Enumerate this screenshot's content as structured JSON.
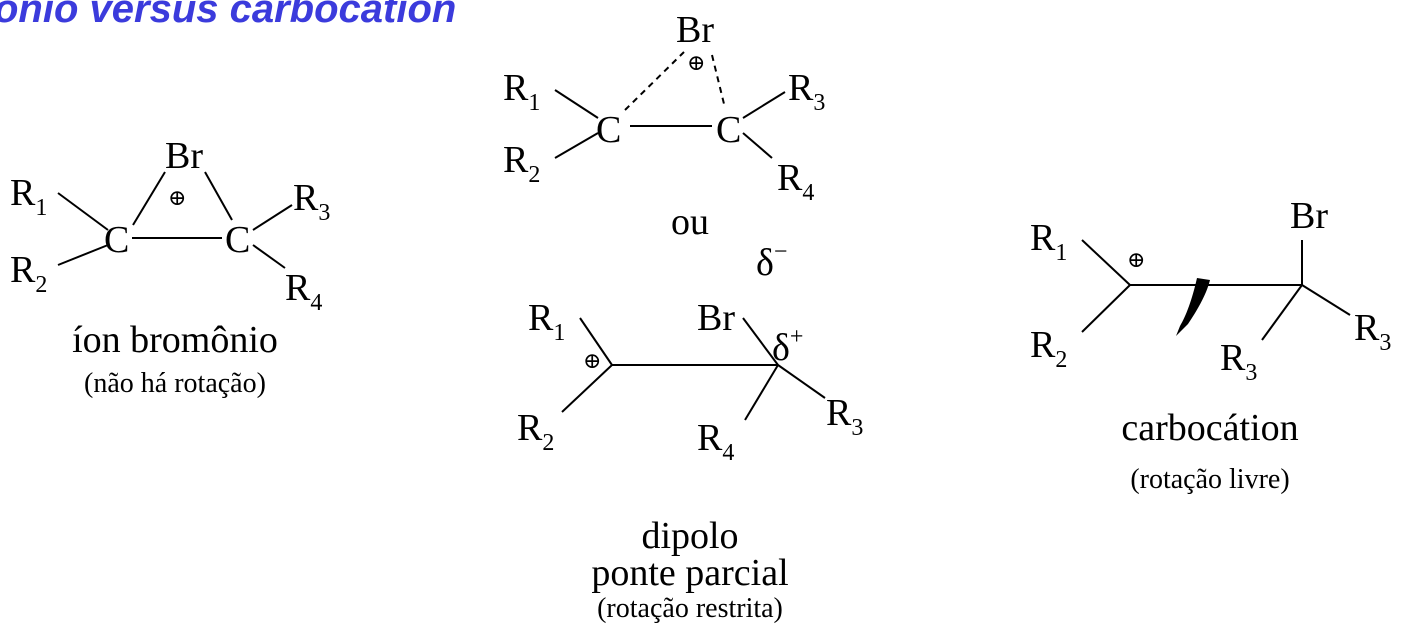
{
  "title": "ônio versus carbocátion",
  "atoms": {
    "br": "Br",
    "c": "C",
    "r": "R",
    "n1": "1",
    "n2": "2",
    "n3": "3",
    "n4": "4"
  },
  "symbols": {
    "plus": "⊕",
    "delta": "δ",
    "minus": "−",
    "plus_sign": "+"
  },
  "captions": {
    "bromonium": "íon bromônio",
    "bromonium_note": "(não há rotação)",
    "or": "ou",
    "dipole_line1": "dipolo",
    "dipole_line2": "ponte parcial",
    "dipole_note": "(rotação restrita)",
    "carbocation": "carbocátion",
    "carbocation_note": "(rotação livre)"
  }
}
